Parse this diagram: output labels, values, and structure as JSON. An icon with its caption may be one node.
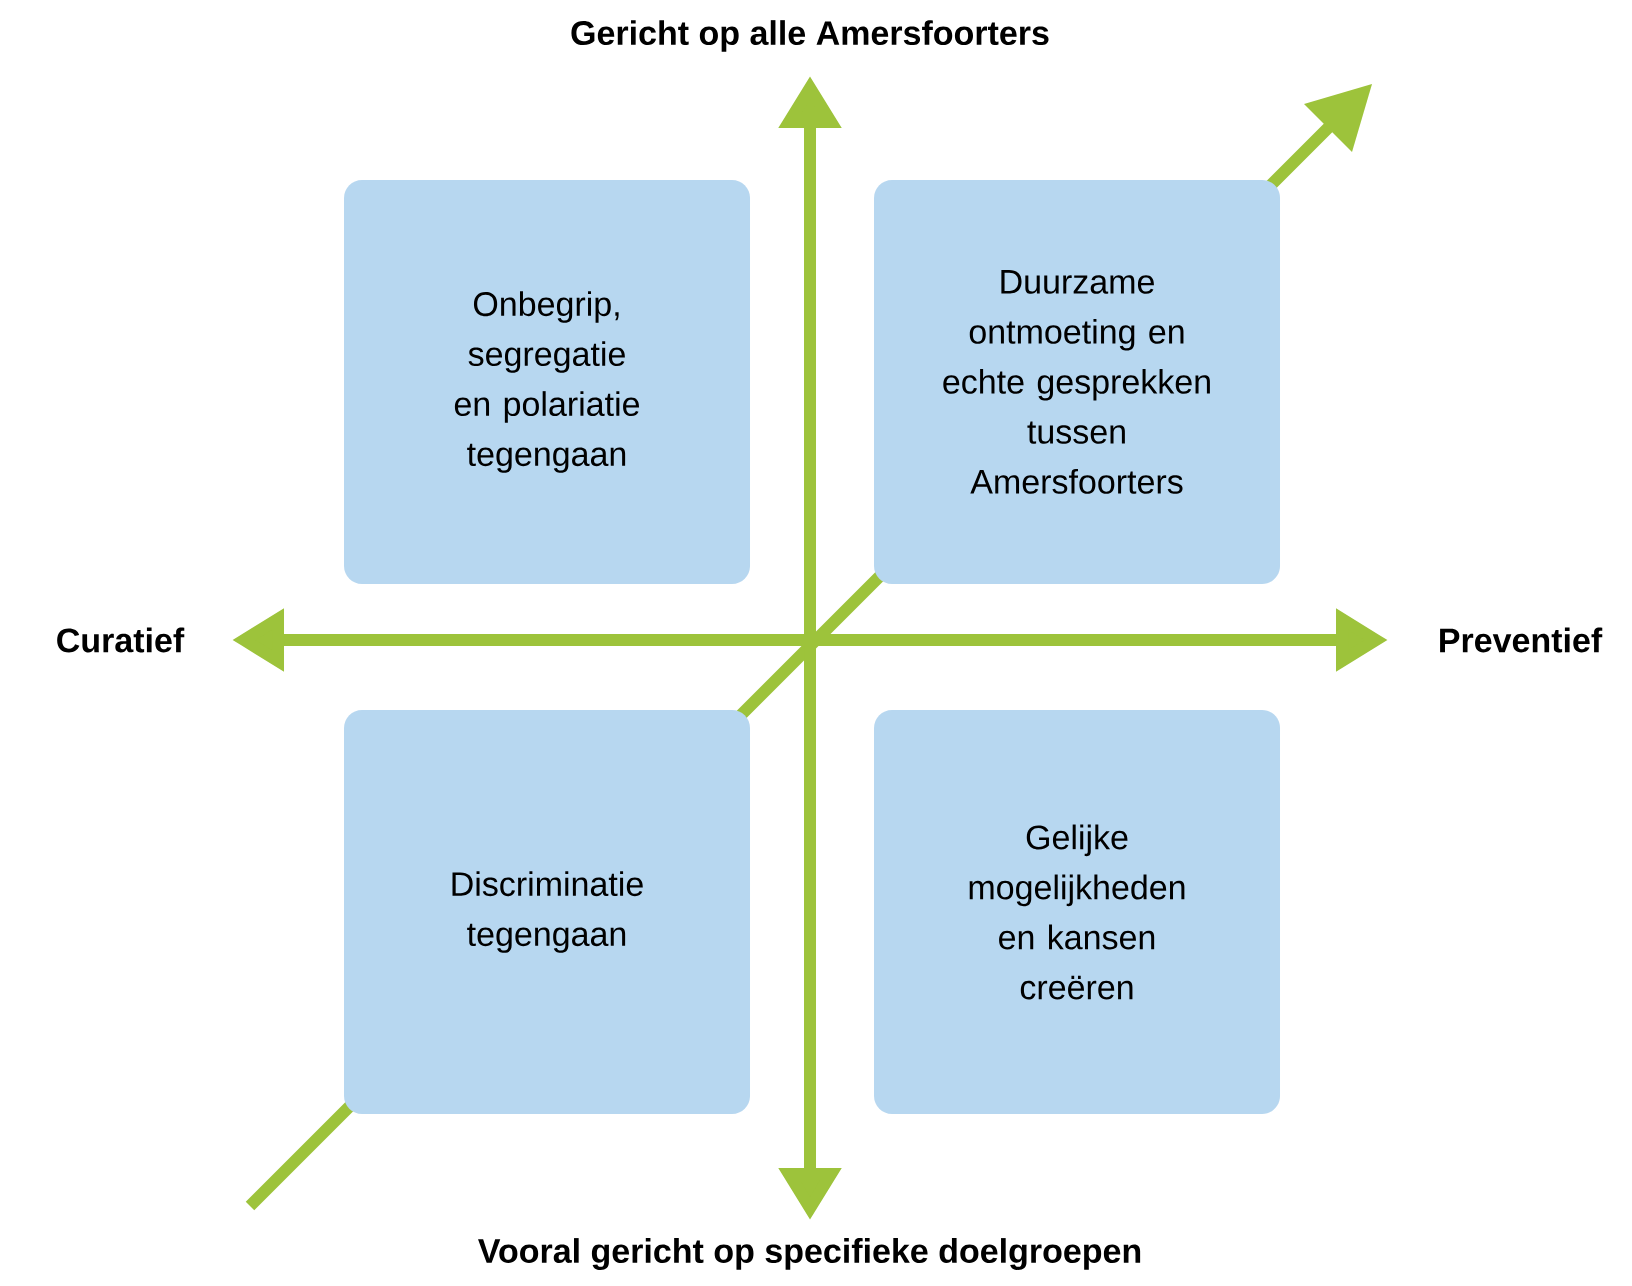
{
  "diagram": {
    "nodes": [
      {
        "text": [
          "Onbegrip, segregatie en polariatie tegengaan"
        ]
      },
      {
        "text": [
          "Duurzame ontmoeting en echte gesprekken tussen Amersfoorters"
        ]
      },
      {
        "text": [
          "Discriminatie tegengaan"
        ]
      },
      {
        "text": [
          "Gelijke mogelijkheden en kansen creëren"
        ]
      }
    ],
    "labels": [
      "Gericht op alle Amersfoorters",
      "Curatief",
      "Preventief",
      "Vooral gericht op specifieke doelgroepen"
    ]
  }
}
